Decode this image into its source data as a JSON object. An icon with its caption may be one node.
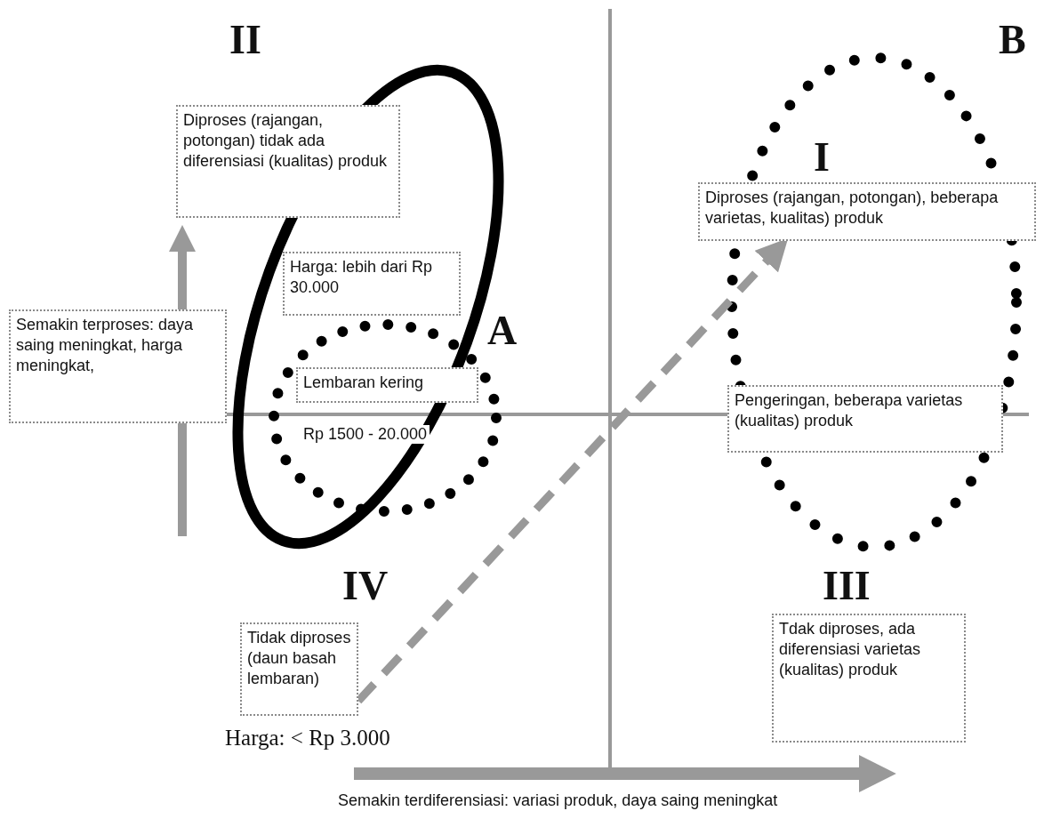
{
  "diagram": {
    "nodes": [
      {
        "text": [
          "Diproses (rajangan, potongan) tidak ada diferensiasi (kualitas) produk"
        ]
      },
      {
        "text": [
          "Harga: lebih dari Rp 30.000"
        ]
      },
      {
        "text": [
          "Lembaran kering"
        ]
      },
      {
        "text": [
          "Semakin terproses: daya saing meningkat, harga meningkat,"
        ]
      },
      {
        "text": [
          "Diproses (rajangan, potongan), beberapa varietas, kualitas) produk"
        ]
      },
      {
        "text": [
          "Pengeringan, beberapa varietas (kualitas) produk"
        ]
      },
      {
        "text": [
          "Tidak diproses (daun basah lembaran)"
        ]
      },
      {
        "text": [
          "Tdak diproses, ada diferensiasi varietas (kualitas) produk"
        ]
      }
    ],
    "edges": [
      {
        "from": 6,
        "to": 4,
        "arrow": "to",
        "style": "dashed"
      }
    ],
    "labels": [
      "II",
      "B",
      "I",
      "A",
      "Rp 1500 - 20.000",
      "IV",
      "III",
      "Harga: < Rp 3.000",
      "Semakin terdiferensiasi: variasi produk, daya saing meningkat"
    ]
  }
}
